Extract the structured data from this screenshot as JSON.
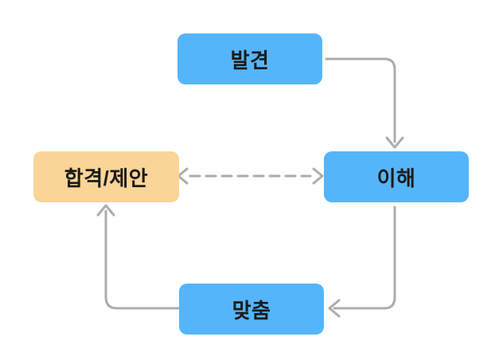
{
  "diagram": {
    "nodes": [
      {
        "id": "discovery",
        "label": "발견"
      },
      {
        "id": "understanding",
        "label": "이해"
      },
      {
        "id": "pass-offer",
        "label": "합격/제안"
      },
      {
        "id": "fit",
        "label": "맞춤"
      }
    ],
    "edges": [
      {
        "from": "발견",
        "to": "이해",
        "style": "solid",
        "bidirectional": false
      },
      {
        "from": "이해",
        "to": "맞춤",
        "style": "solid",
        "bidirectional": false
      },
      {
        "from": "맞춤",
        "to": "합격/제안",
        "style": "solid",
        "bidirectional": false
      },
      {
        "from": "합격/제안",
        "to": "이해",
        "style": "dashed",
        "bidirectional": true
      }
    ]
  },
  "colors": {
    "node_blue": "#55B5FA",
    "node_orange": "#FBD497",
    "arrow_gray": "#ACACAC",
    "text_dark": "#1B1B1B",
    "canvas_bg": "#FFFFFF"
  }
}
